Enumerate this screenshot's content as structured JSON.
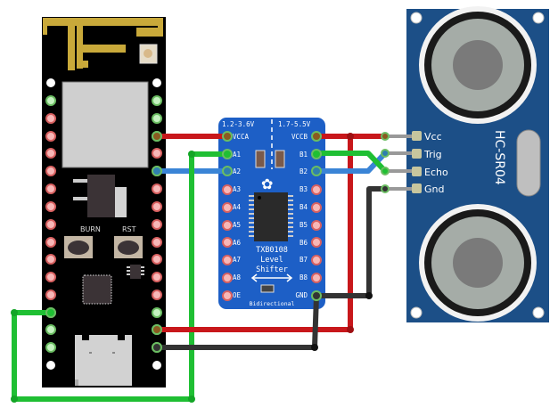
{
  "mcu_board": {
    "buttons": [
      "BURN",
      "RST"
    ]
  },
  "level_shifter": {
    "voltage_a": "1.2-3.6V",
    "voltage_b": "1.7-5.5V",
    "left_pins": [
      "VCCA",
      "A1",
      "A2",
      "A3",
      "A4",
      "A5",
      "A6",
      "A7",
      "A8",
      "OE"
    ],
    "right_pins": [
      "VCCB",
      "B1",
      "B2",
      "B3",
      "B4",
      "B5",
      "B6",
      "B7",
      "B8",
      "GND"
    ],
    "chip_label": "TXB0108",
    "label_line2": "Level",
    "label_line3": "Shifter",
    "footer": "Bidirectional",
    "color": "#1d5fc6"
  },
  "sensor": {
    "name": "HC-SR04",
    "pins": [
      "Vcc",
      "Trig",
      "Echo",
      "Gnd"
    ],
    "color": "#1c4f87"
  },
  "wires": [
    {
      "name": "power-red",
      "color": "#c8171b",
      "from": "MCU pin",
      "to": "VCCA"
    },
    {
      "name": "a1-green",
      "color": "#1fbf33",
      "from": "MCU left pin",
      "to": "A1"
    },
    {
      "name": "a2-blue",
      "color": "#3a84d6",
      "from": "MCU pin",
      "to": "A2"
    },
    {
      "name": "vccb-red",
      "color": "#c8171b",
      "from": "VCCB",
      "to": "Vcc"
    },
    {
      "name": "b1-green",
      "color": "#1fbf33",
      "from": "B1",
      "to": "Echo"
    },
    {
      "name": "b2-blue",
      "color": "#3a84d6",
      "from": "B2",
      "to": "Trig"
    },
    {
      "name": "gnd-black",
      "color": "#333333",
      "from": "GND",
      "to": "Gnd"
    }
  ]
}
